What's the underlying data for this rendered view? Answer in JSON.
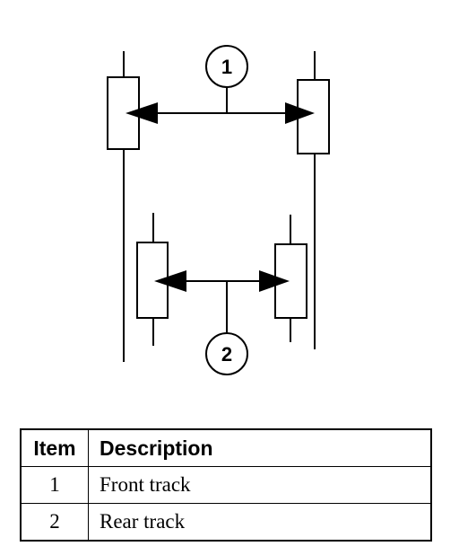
{
  "callouts": [
    {
      "label": "1"
    },
    {
      "label": "2"
    }
  ],
  "legend": {
    "headers": {
      "item": "Item",
      "description": "Description"
    },
    "rows": [
      {
        "item": "1",
        "description": "Front track"
      },
      {
        "item": "2",
        "description": "Rear track"
      }
    ]
  }
}
